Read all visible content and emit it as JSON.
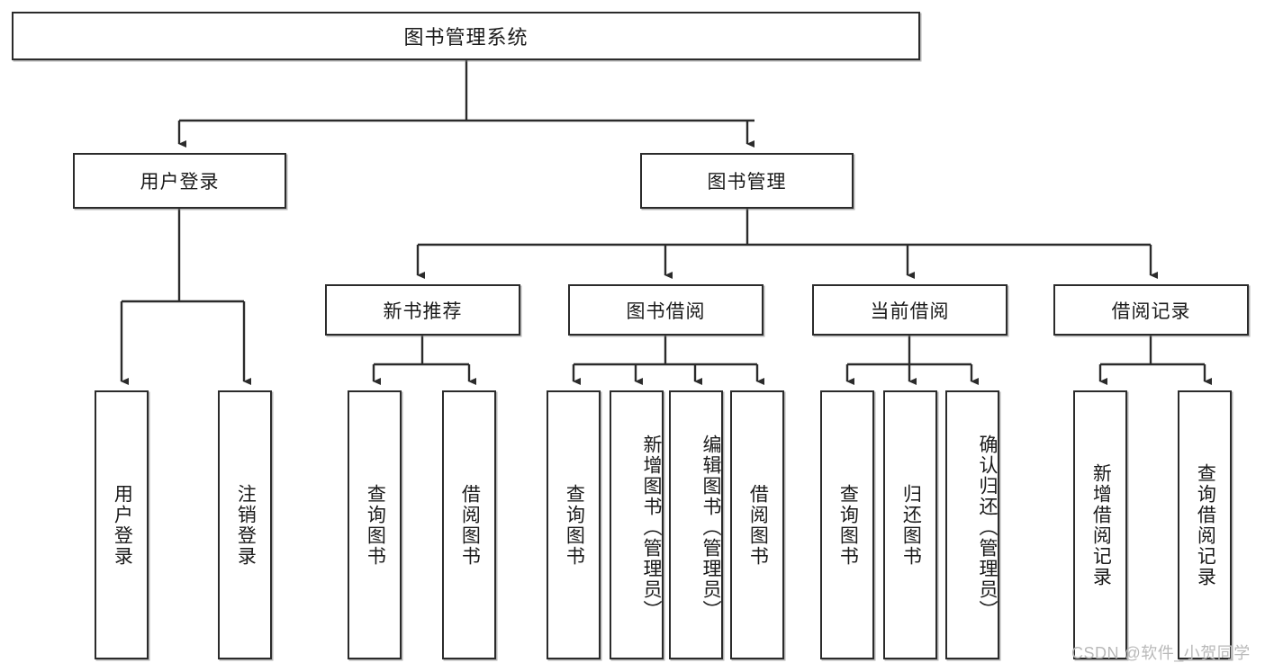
{
  "diagram": {
    "title": "图书管理系统",
    "type": "hierarchy-tree",
    "root": {
      "id": "root",
      "label": "图书管理系统"
    },
    "level2": [
      {
        "id": "user-login",
        "label": "用户登录"
      },
      {
        "id": "book-management",
        "label": "图书管理"
      }
    ],
    "level3": [
      {
        "id": "new-book-recommend",
        "label": "新书推荐",
        "parent": "book-management"
      },
      {
        "id": "book-borrow",
        "label": "图书借阅",
        "parent": "book-management"
      },
      {
        "id": "current-borrow",
        "label": "当前借阅",
        "parent": "book-management"
      },
      {
        "id": "borrow-record",
        "label": "借阅记录",
        "parent": "book-management"
      }
    ],
    "leaves": [
      {
        "id": "leaf-user-login",
        "label": "用户登录",
        "parent": "user-login"
      },
      {
        "id": "leaf-logout-login",
        "label": "注销登录",
        "parent": "user-login"
      },
      {
        "id": "leaf-query-book-1",
        "label": "查询图书",
        "parent": "new-book-recommend"
      },
      {
        "id": "leaf-borrow-book-1",
        "label": "借阅图书",
        "parent": "new-book-recommend"
      },
      {
        "id": "leaf-query-book-2",
        "label": "查询图书",
        "parent": "book-borrow"
      },
      {
        "id": "leaf-add-book",
        "label": "新增图书（管理员）",
        "parent": "book-borrow"
      },
      {
        "id": "leaf-edit-book",
        "label": "编辑图书（管理员）",
        "parent": "book-borrow"
      },
      {
        "id": "leaf-borrow-book-2",
        "label": "借阅图书",
        "parent": "book-borrow"
      },
      {
        "id": "leaf-query-book-3",
        "label": "查询图书",
        "parent": "current-borrow"
      },
      {
        "id": "leaf-return-book",
        "label": "归还图书",
        "parent": "current-borrow"
      },
      {
        "id": "leaf-confirm-return",
        "label": "确认归还（管理员）",
        "parent": "current-borrow"
      },
      {
        "id": "leaf-add-record",
        "label": "新增借阅记录",
        "parent": "borrow-record"
      },
      {
        "id": "leaf-query-record",
        "label": "查询借阅记录",
        "parent": "borrow-record"
      }
    ],
    "colors": {
      "stroke": "#2b2b2b",
      "fill": "#ffffff",
      "text": "#1a1a1a",
      "watermark": "#b9b9b9"
    }
  },
  "watermark": {
    "text": "CSDN @软件_小贺同学"
  }
}
